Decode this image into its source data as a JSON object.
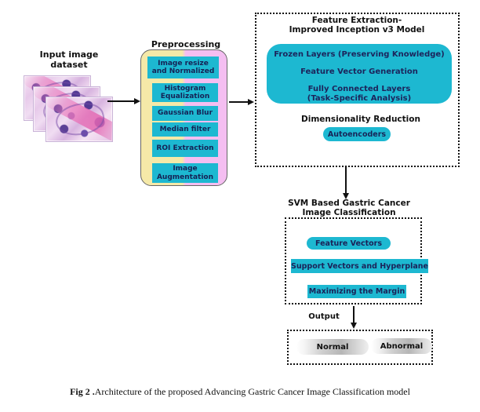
{
  "input": {
    "title_line1": "Input image",
    "title_line2": "dataset"
  },
  "preprocessing": {
    "title": "Preprocessing",
    "steps": [
      "Image resize and Normalized",
      "Histogram Equalization",
      "Gaussian Blur",
      "Median filter",
      "ROI Extraction",
      "Image Augmentation"
    ]
  },
  "feature_extraction": {
    "title_line1": "Feature Extraction-",
    "title_line2": "Improved Inception v3 Model",
    "frozen_layers": "Frozen Layers (Preserving Knowledge)",
    "vector_generation": "Feature Vector Generation",
    "fully_connected_line1": "Fully Connected Layers",
    "fully_connected_line2": "(Task-Specific Analysis)",
    "dim_reduction": "Dimensionality Reduction",
    "autoencoders": "Autoencoders"
  },
  "svm": {
    "title_line1": "SVM Based Gastric Cancer",
    "title_line2": "Image Classification",
    "feature_vectors": "Feature Vectors",
    "support_vectors": "Support Vectors and Hyperplane",
    "maximizing_margin": "Maximizing the Margin"
  },
  "output": {
    "label": "Output",
    "normal": "Normal",
    "abnormal": "Abnormal"
  },
  "caption": {
    "prefix": "Fig 2 .",
    "text": "Architecture of the proposed Advancing Gastric Cancer Image Classification model"
  },
  "colors": {
    "cyan": "#1db8d1",
    "pre_left": "#f5e9a8",
    "pre_right": "#f4bef1",
    "dark_text": "#1c245b"
  }
}
